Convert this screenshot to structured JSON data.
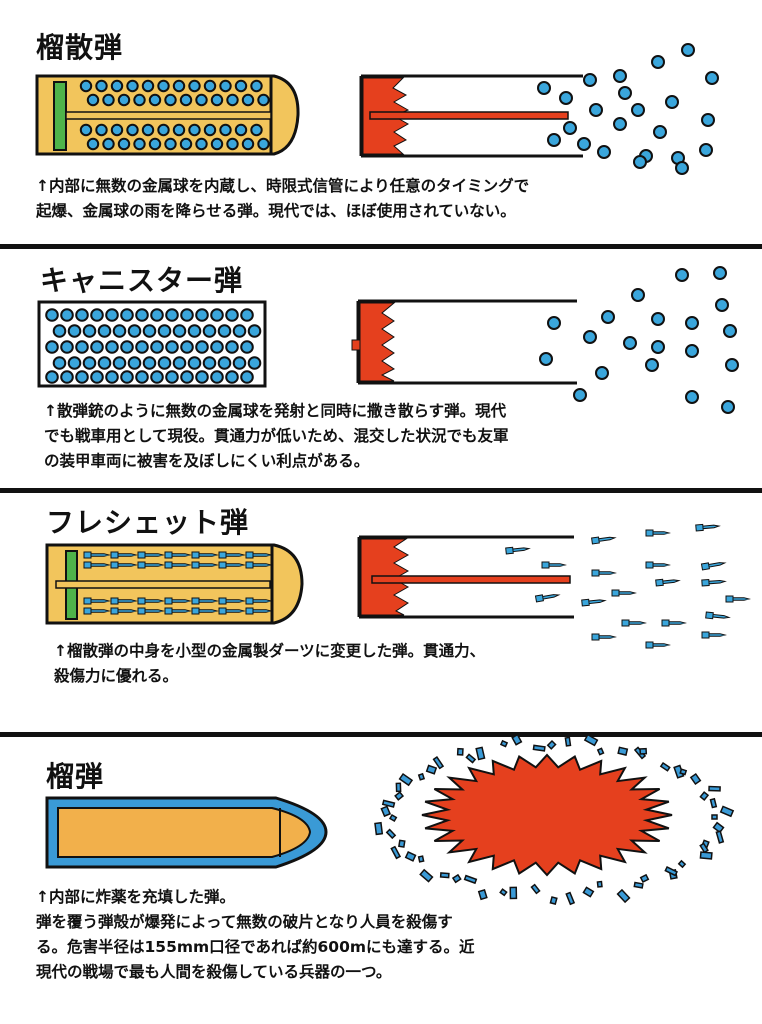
{
  "sections": [
    {
      "title": "榴散弾",
      "description": "↑内部に無数の金属球を内蔵し、時限式信管により任意のタイミングで\n起爆、金属球の雨を降らせる弾。現代では、ほぼ使用されていない。"
    },
    {
      "title": "キャニスター弾",
      "description": "↑散弾銃のように無数の金属球を発射と同時に撒き散らす弾。現代\nでも戦車用として現役。貫通力が低いため、混交した状況でも友軍\nの装甲車両に被害を及ぼしにくい利点がある。"
    },
    {
      "title": "フレシェット弾",
      "description": "↑榴散弾の中身を小型の金属製ダーツに変更した弾。貫通力、\n殺傷力に優れる。"
    },
    {
      "title": "榴弾",
      "description": "↑内部に炸薬を充填した弾。\n弾を覆う弾殻が爆発によって無数の破片となり人員を殺傷す\nる。危害半径は155mm口径であれば約600mにも達する。近\n現代の戦場で最も人間を殺傷している兵器の一つ。"
    }
  ],
  "colors": {
    "shell_body": "#f2c55c",
    "ball": "#3aa6dc",
    "fuse_plate": "#4fb34a",
    "fire": "#e5401e",
    "he_casing": "#3a9ad6",
    "he_filler": "#f2b04b",
    "outline": "#111111"
  }
}
